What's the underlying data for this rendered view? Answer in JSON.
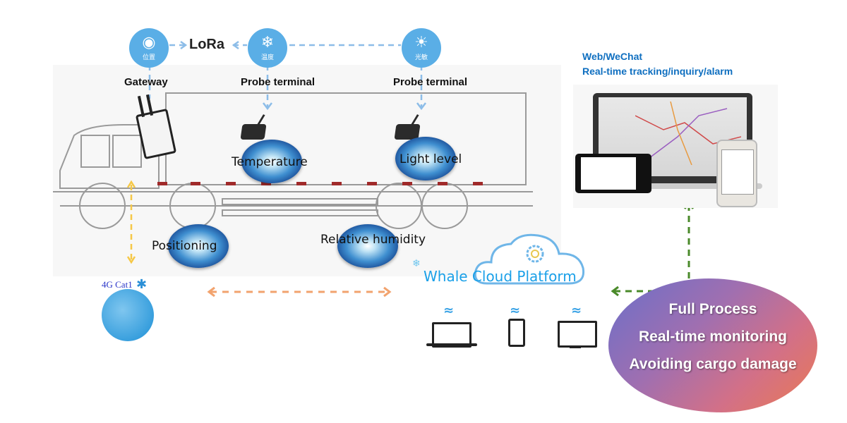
{
  "top_row": {
    "gateway_icon": {
      "icon": "location-pin-icon",
      "caption": "位置"
    },
    "lora_label": "LoRa",
    "temperature_icon": {
      "icon": "thermometer-icon",
      "caption": "温度"
    },
    "light_icon": {
      "icon": "sun-icon",
      "caption": "光敏"
    }
  },
  "device_labels": {
    "gateway": "Gateway",
    "probe_1": "Probe terminal",
    "probe_2": "Probe terminal"
  },
  "sensors": {
    "temperature": "Temperature",
    "light_level": "Light level",
    "positioning": "Positioning",
    "relative_humidity": "Relative humidity"
  },
  "network": {
    "label": "4G Cat1"
  },
  "cloud": {
    "title": "Whale Cloud Platform"
  },
  "clients": {
    "line1": "Web/WeChat",
    "line2": "Real-time tracking/inquiry/alarm"
  },
  "benefits": {
    "line1": "Full Process",
    "line2": "Real-time monitoring",
    "line3": "Avoiding cargo damage"
  },
  "colors": {
    "accent_blue": "#5aaee6",
    "cloud_text": "#1aa0e8",
    "link_orange": "#f2a36e",
    "link_yellow": "#f6c846",
    "link_green": "#4a8a2a"
  }
}
